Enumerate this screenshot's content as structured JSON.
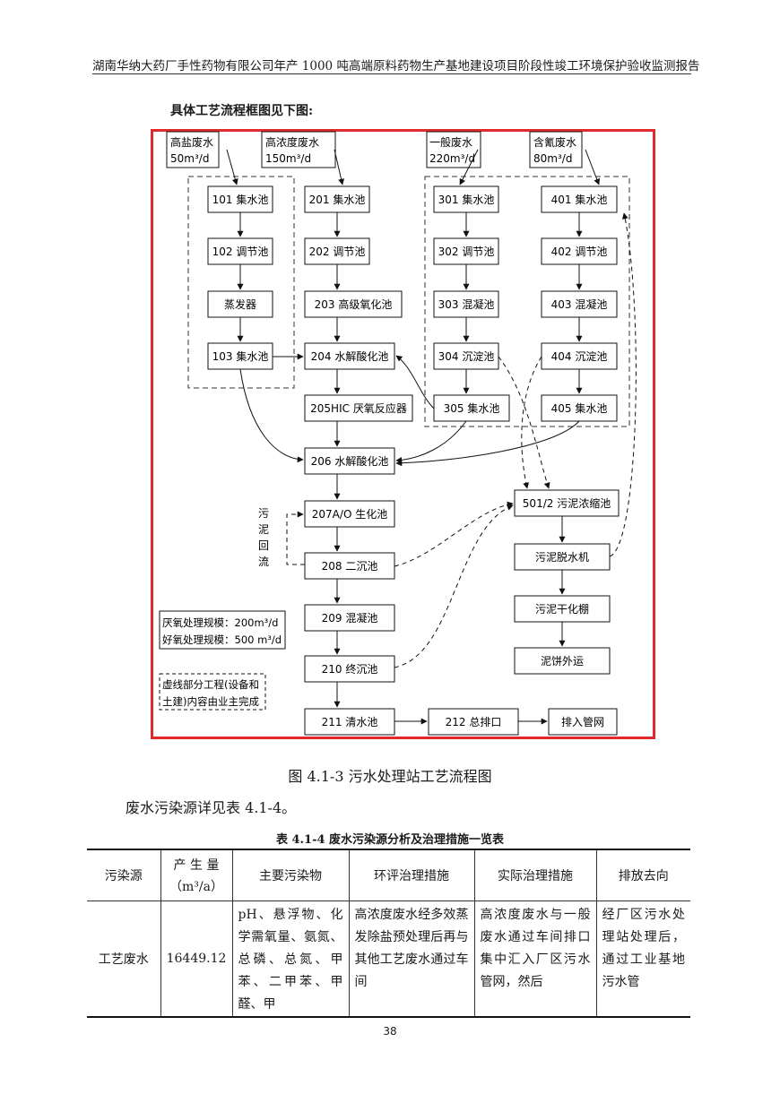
{
  "header": {
    "title": "湖南华纳大药厂手性药物有限公司年产 1000 吨高端原料药物生产基地建设项目阶段性竣工环境保护验收监测报告"
  },
  "figure": {
    "intro": "具体工艺流程框图见下图:",
    "caption": "图 4.1-3  污水处理站工艺流程图",
    "sources": {
      "s1": {
        "name": "高盐废水",
        "rate": "50m³/d"
      },
      "s2": {
        "name": "高浓度废水",
        "rate": "150m³/d"
      },
      "s3": {
        "name": "一般废水",
        "rate": "220m³/d"
      },
      "s4": {
        "name": "含氰废水",
        "rate": "80m³/d"
      }
    },
    "nodes": {
      "n101": "101 集水池",
      "n102": "102 调节池",
      "nevap": "蒸发器",
      "n103": "103 集水池",
      "n201": "201 集水池",
      "n202": "202 调节池",
      "n203": "203 高级氧化池",
      "n204": "204 水解酸化池",
      "n205": "205HIC 厌氧反应器",
      "n206": "206 水解酸化池",
      "n207": "207A/O 生化池",
      "n208": "208 二沉池",
      "n209": "209 混凝池",
      "n210": "210 终沉池",
      "n211": "211 清水池",
      "n212": "212 总排口",
      "nout": "排入管网",
      "n301": "301 集水池",
      "n302": "302 调节池",
      "n303": "303 混凝池",
      "n304": "304 沉淀池",
      "n305": "305 集水池",
      "n401": "401 集水池",
      "n402": "402 调节池",
      "n403": "403 混凝池",
      "n404": "404 沉淀池",
      "n405": "405 集水池",
      "n501": "501/2 污泥浓缩池",
      "ndew": "污泥脱水机",
      "ndry": "污泥干化棚",
      "ncake": "泥饼外运"
    },
    "sludge_return": [
      "污",
      "泥",
      "回",
      "流"
    ],
    "notes": {
      "anaerobic": "厌氧处理规模：200m³/d",
      "aerobic": "好氧处理规模：500 m³/d",
      "dashed1": "虚线部分工程(设备和",
      "dashed2": "土建)内容由业主完成"
    }
  },
  "body_text": "废水污染源详见表 4.1-4。",
  "table": {
    "title": "表 4.1-4    废水污染源分析及治理措施一览表",
    "headers": {
      "h1": "污染源",
      "h2a": "产 生 量",
      "h2b": "（m³/a）",
      "h3": "主要污染物",
      "h4": "环评治理措施",
      "h5": "实际治理措施",
      "h6": "排放去向"
    },
    "row": {
      "source": "工艺废水",
      "amount": "16449.12",
      "pollutants": "pH、悬浮物、化学需氧量、氨氮、总磷、总氮、甲苯、二甲苯、甲醛、甲",
      "eia": "高浓度废水经多效蒸发除盐预处理后再与其他工艺废水通过车间",
      "actual": "高浓度废水与一般废水通过车间排口集中汇入厂区污水管网，然后",
      "discharge": "经厂区污水处理站处理后，通过工业基地污水管"
    }
  },
  "page_number": "38"
}
